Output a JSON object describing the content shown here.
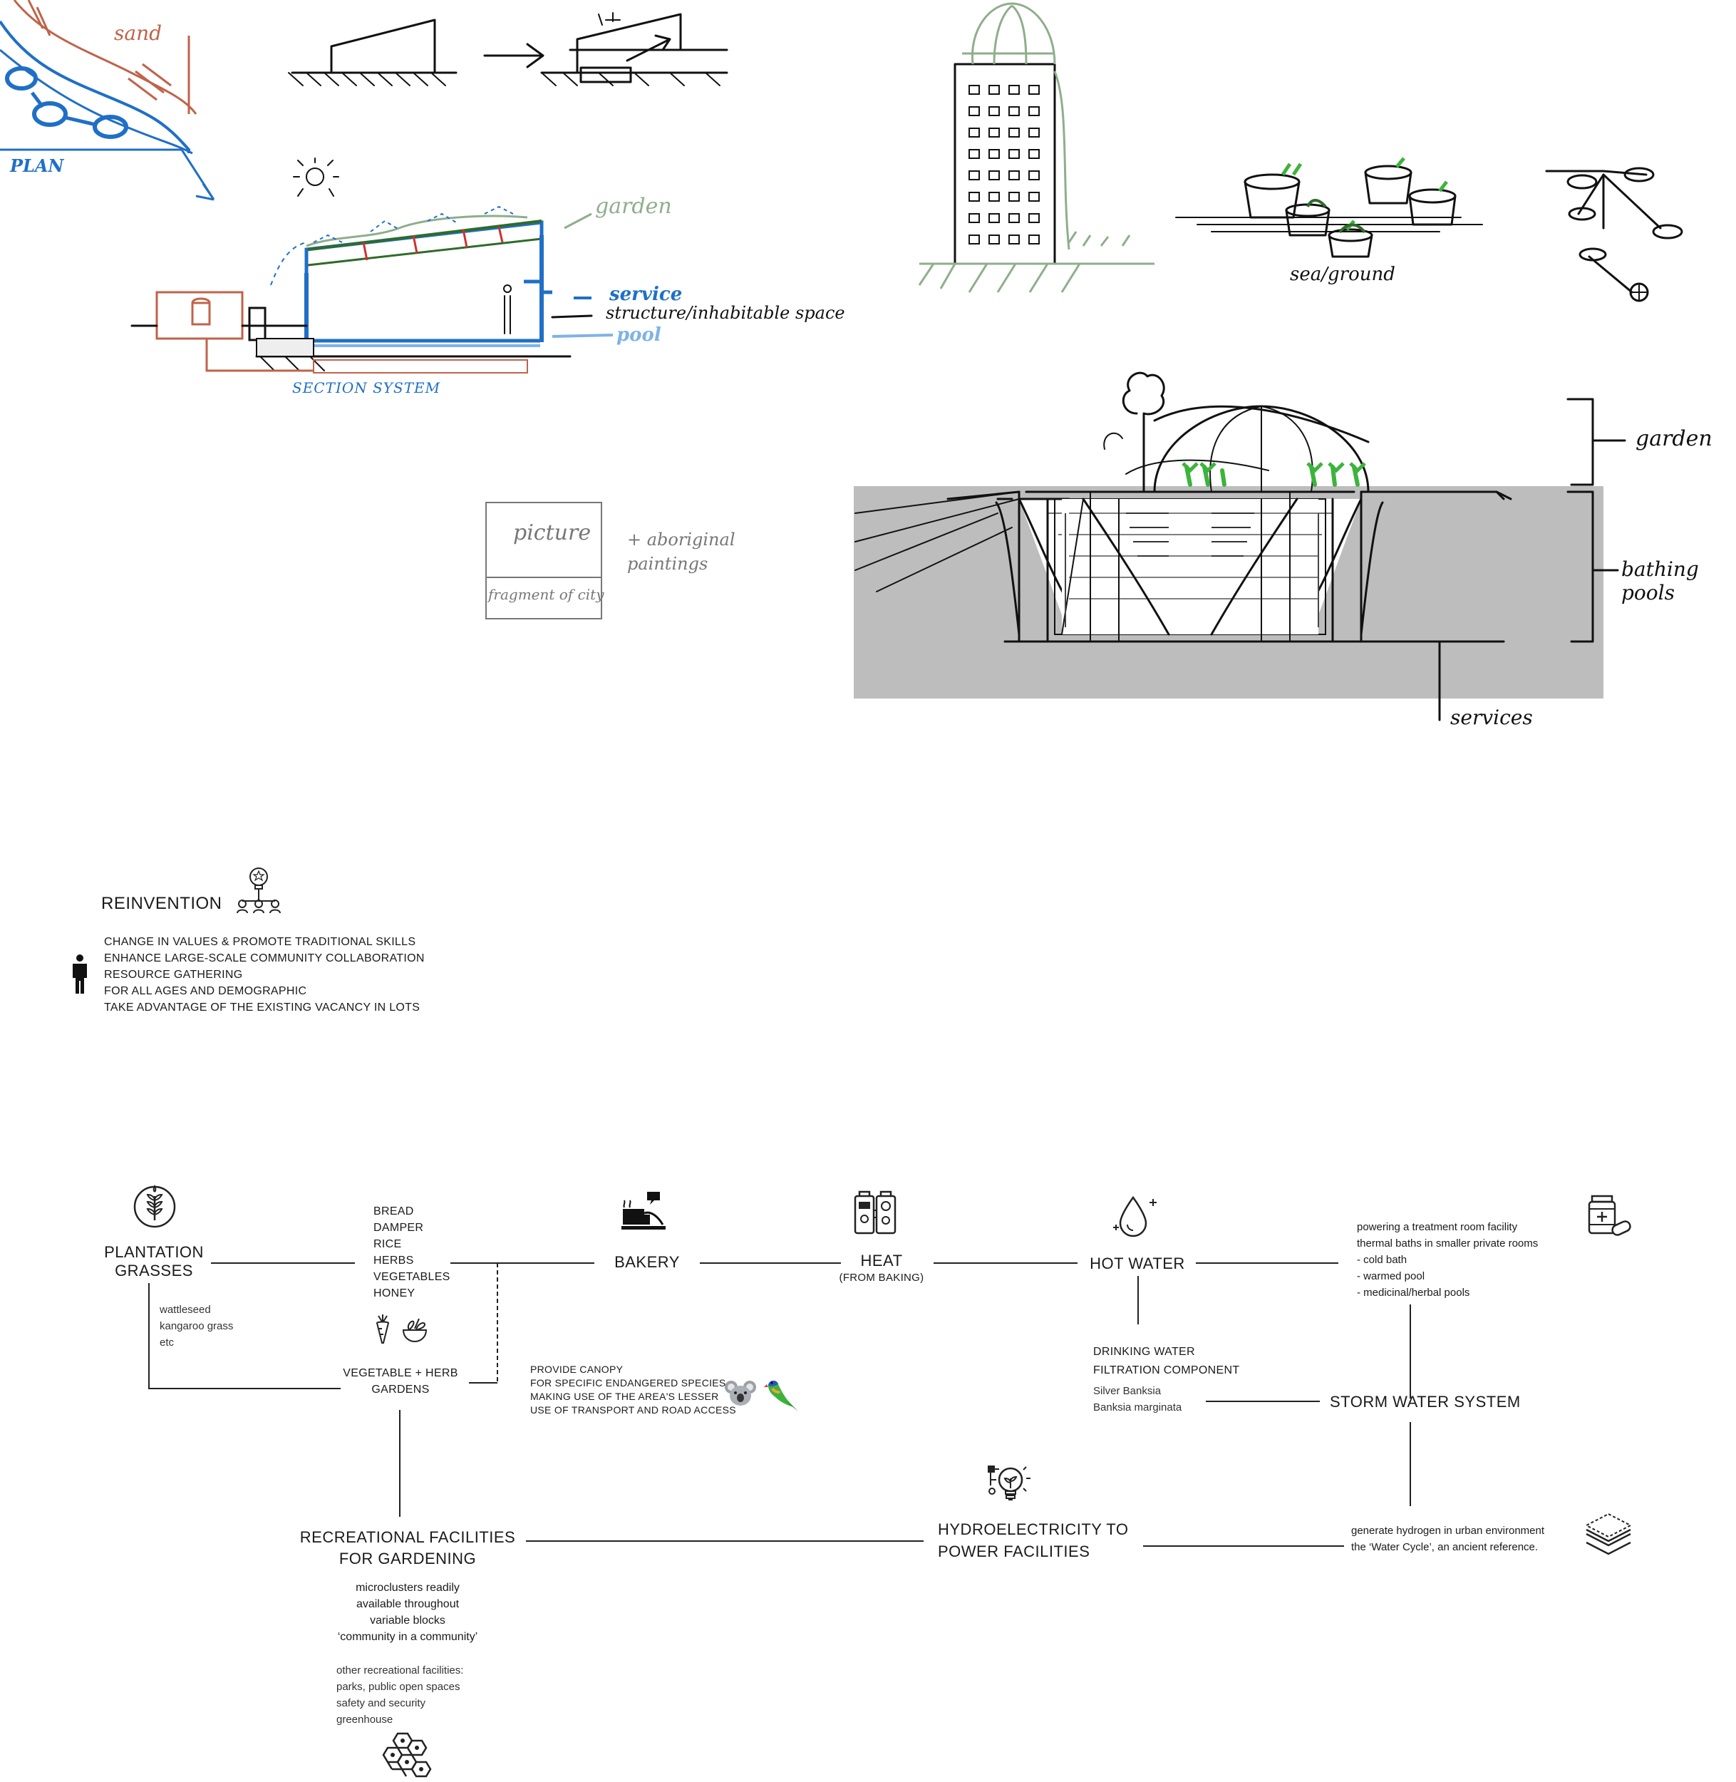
{
  "sketch_labels": {
    "sand": "sand",
    "plan": "PLAN",
    "garden_section": "garden",
    "service": "service",
    "structure": "structure/inhabitable space",
    "pool": "pool",
    "section_system": "SECTION SYSTEM",
    "sea_ground": "sea/ground",
    "picture": "picture",
    "fragment": "fragment of city",
    "aboriginal": "+ aboriginal\npaintings",
    "garden_right": "garden",
    "bathing_pools": "bathing pools",
    "services": "services"
  },
  "reinvention": {
    "title": "REINVENTION",
    "points": [
      "CHANGE IN VALUES & PROMOTE TRADITIONAL SKILLS",
      "ENHANCE LARGE-SCALE COMMUNITY COLLABORATION",
      "RESOURCE GATHERING",
      "FOR ALL AGES AND DEMOGRAPHIC",
      "TAKE ADVANTAGE OF THE EXISTING VACANCY IN LOTS"
    ]
  },
  "flow": {
    "plantation": {
      "title": "PLANTATION\nGRASSES",
      "details": "wattleseed\nkangaroo grass\netc"
    },
    "produce": {
      "items": "BREAD\nDAMPER\nRICE\nHERBS\nVEGETABLES\nHONEY"
    },
    "bakery": {
      "title": "BAKERY"
    },
    "heat": {
      "title": "HEAT",
      "subtitle": "(FROM BAKING)"
    },
    "hot_water": {
      "title": "HOT WATER"
    },
    "treatment": {
      "text": "powering a treatment room facility\nthermal baths in smaller private rooms\n- cold bath\n- warmed pool\n- medicinal/herbal pools"
    },
    "veg_gardens": {
      "title": "VEGETABLE + HERB\nGARDENS"
    },
    "canopy": {
      "text": "PROVIDE CANOPY\nFOR SPECIFIC ENDANGERED SPECIES,\nMAKING USE OF THE AREA'S LESSER\nUSE OF TRANSPORT AND ROAD ACCESS"
    },
    "drinking": {
      "title": "DRINKING WATER\nFILTRATION COMPONENT",
      "details": "Silver Banksia\nBanksia marginata"
    },
    "storm": {
      "title": "STORM WATER SYSTEM"
    },
    "recreational": {
      "title": "RECREATIONAL FACILITIES\nFOR GARDENING",
      "desc": "microclusters readily\navailable throughout\nvariable blocks\n‘community in a community’",
      "other": "other recreational facilities:\nparks, public open spaces\nsafety and security\ngreenhouse"
    },
    "hydro": {
      "title": "HYDROELECTRICITY TO\nPOWER FACILITIES"
    },
    "hydrogen": {
      "text": "generate hydrogen in urban environment\nthe ‘Water Cycle’, an ancient reference."
    }
  },
  "icons": {
    "plantation": "wheat-icon",
    "bakery": "oven-icon",
    "heat": "boiler-icon",
    "hot_water": "water-drop-icon",
    "treatment": "medicine-icon",
    "vegetables": "carrot-icon",
    "herbs": "herb-bowl-icon",
    "koala": "koala-icon",
    "bird": "parrot-icon",
    "hydro": "lightbulb-plant-icon",
    "layers": "layers-icon",
    "hexagon": "honeycomb-icon",
    "reinvention": "idea-network-icon",
    "person": "person-icon"
  },
  "colors": {
    "red_sketch": "#c0634a",
    "blue_sketch": "#1f6fc7",
    "green_sketch": "#8fae8c",
    "dark_green": "#2f6b2a",
    "bright_green": "#3cb43c",
    "ground_grey": "#bdbdbd"
  }
}
